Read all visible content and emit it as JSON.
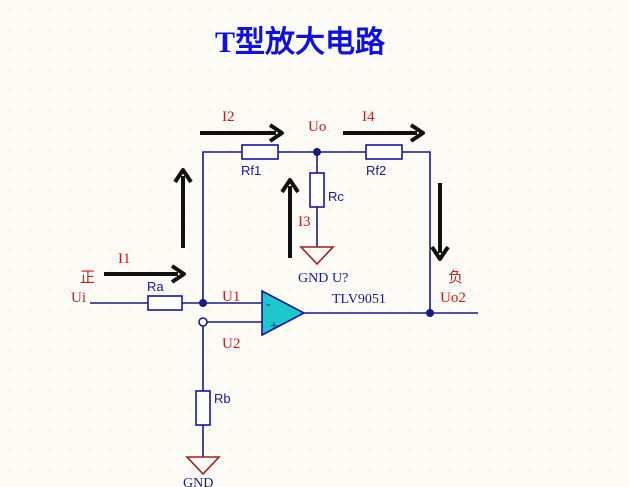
{
  "title": "T型放大电路",
  "colors": {
    "wire": "#1a1a80",
    "component": "#1515a0",
    "label_red": "#c81e1e",
    "label_blue": "#1a1a90",
    "ground": "#a02020",
    "opamp_fill": "#1fc8c8",
    "arrow": "#111111",
    "title": "#1010e0",
    "background": "#fcfbf6",
    "grid_dot": "#d8d8d0"
  },
  "labels": {
    "current_1": "I1",
    "current_2": "I2",
    "current_3": "I3",
    "current_4": "I4",
    "node_uo": "Uo",
    "input_label": "Ui",
    "input_polarity": "正",
    "output_label": "Uo2",
    "output_polarity": "负",
    "opamp_input_1": "U1",
    "opamp_input_2": "U2",
    "opamp_minus": "-",
    "opamp_plus": "+",
    "opamp_designator": "U?",
    "opamp_model": "TLV9051",
    "ground_rc": "GND",
    "ground_rb": "GND"
  },
  "components": {
    "ra": "Ra",
    "rb": "Rb",
    "rc": "Rc",
    "rf1": "Rf1",
    "rf2": "Rf2"
  }
}
